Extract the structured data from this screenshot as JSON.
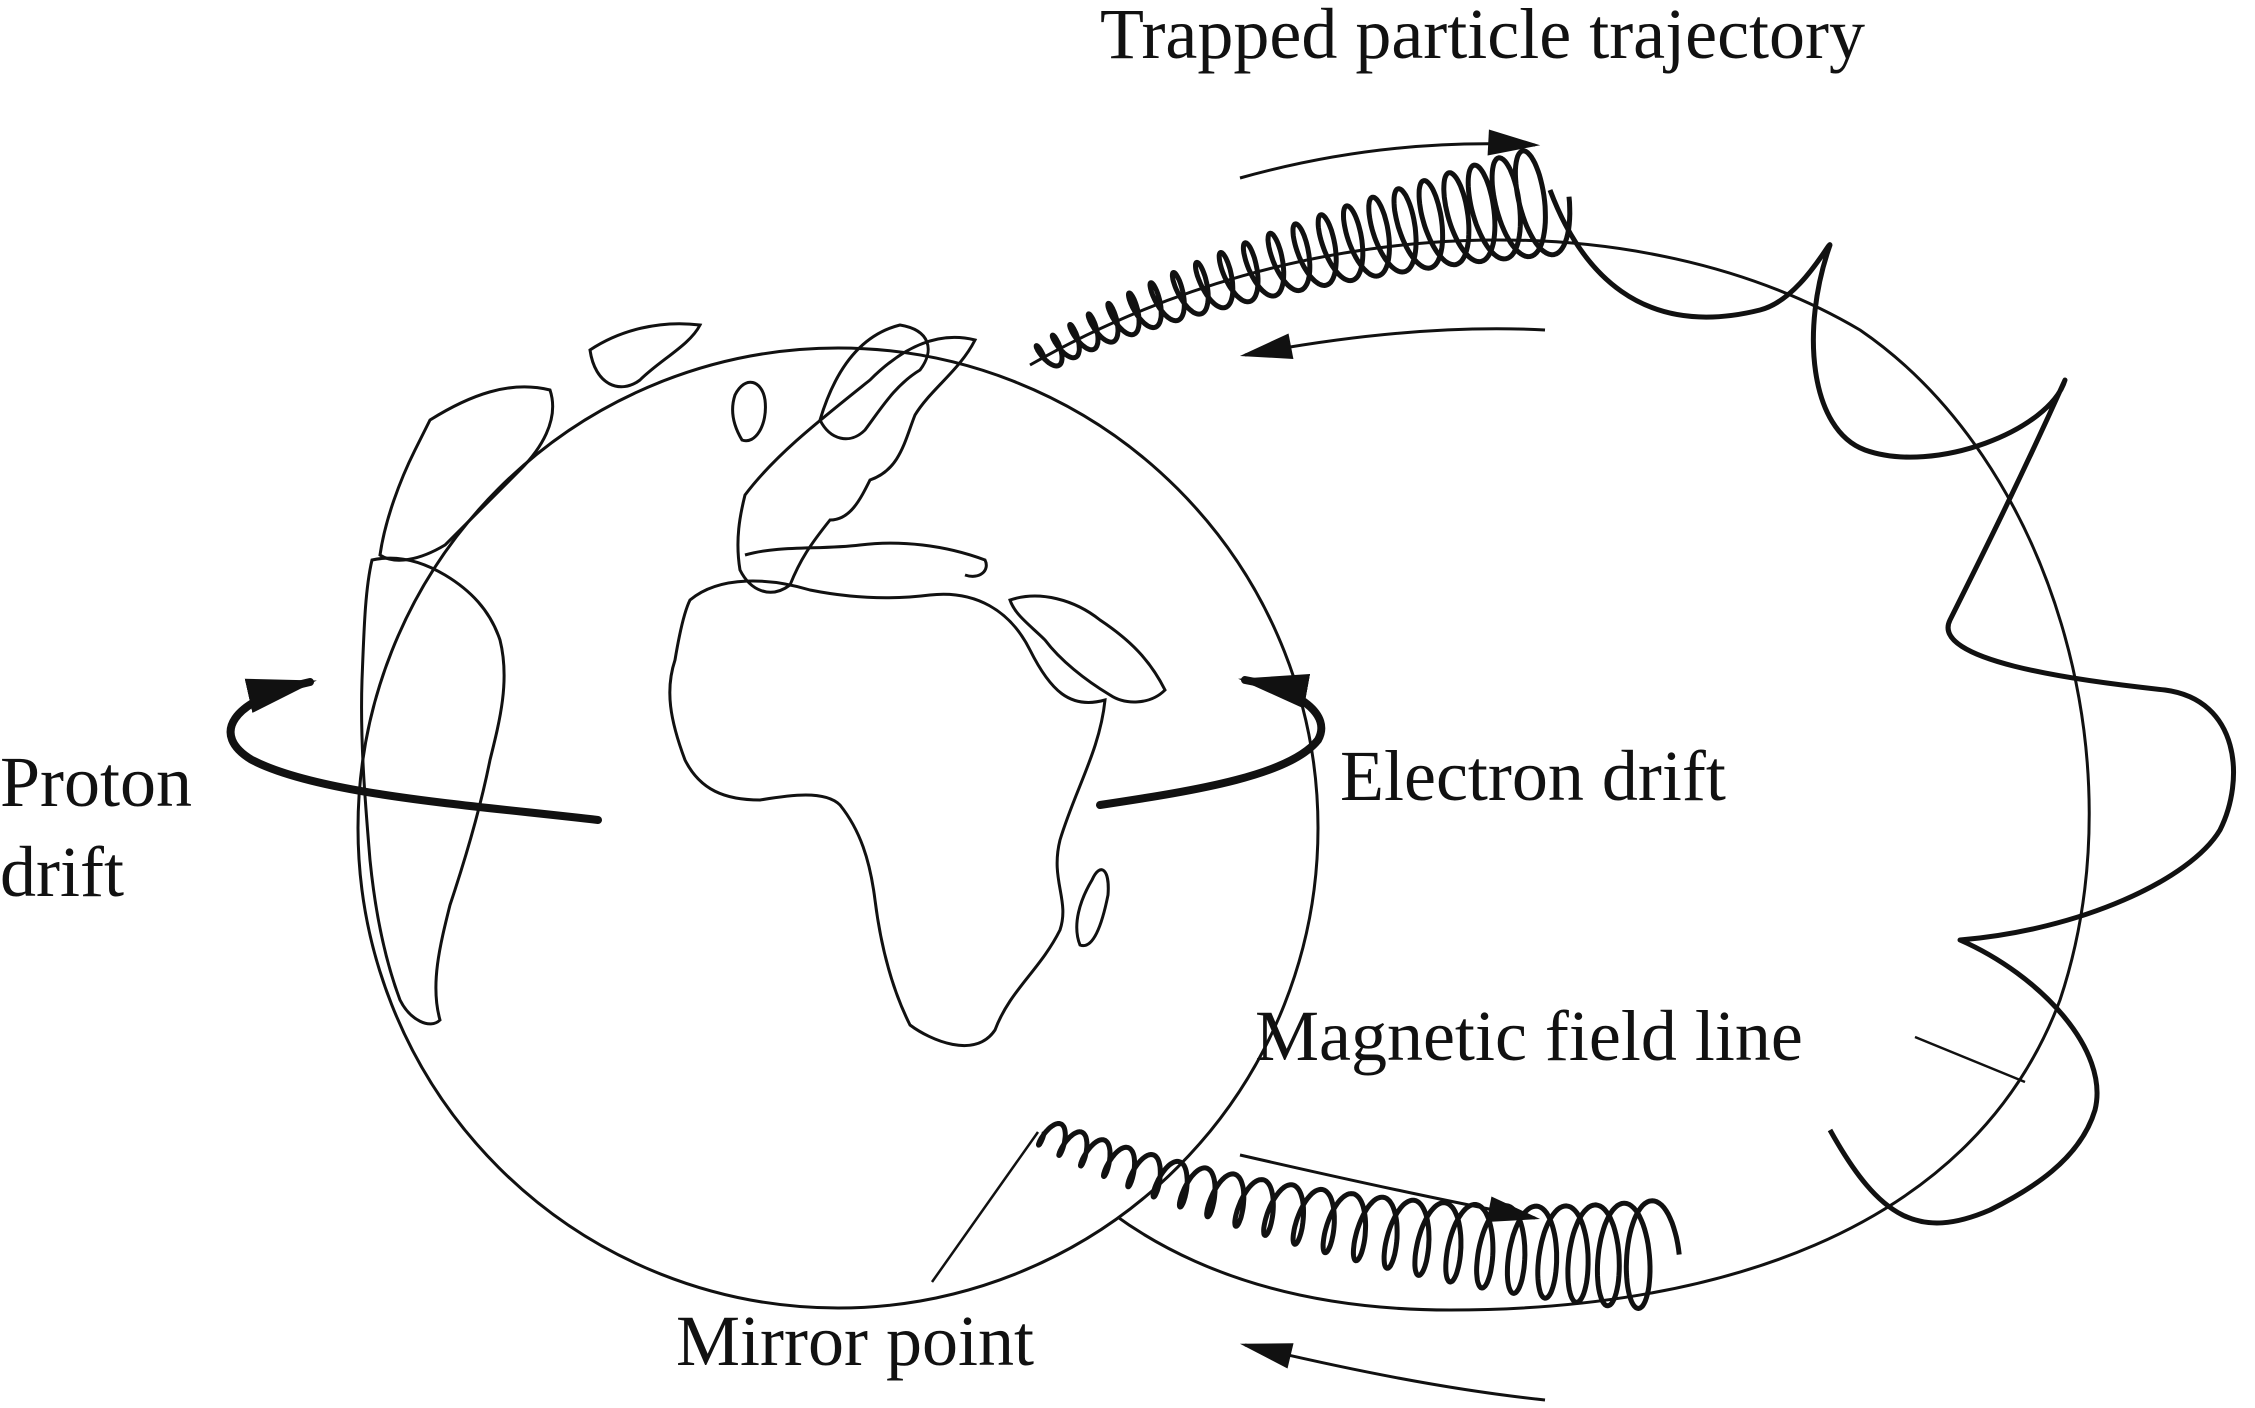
{
  "labels": {
    "trajectory": "Trapped particle trajectory",
    "proton_line1": "Proton",
    "proton_line2": "drift",
    "electron": "Electron drift",
    "field_line": "Magnetic field line",
    "mirror": "Mirror point"
  },
  "colors": {
    "ink": "#111111",
    "background": "#ffffff"
  },
  "icons": {
    "earth": "globe-with-continents",
    "drift": "curved-arrow",
    "bounce": "straight-arrow"
  }
}
